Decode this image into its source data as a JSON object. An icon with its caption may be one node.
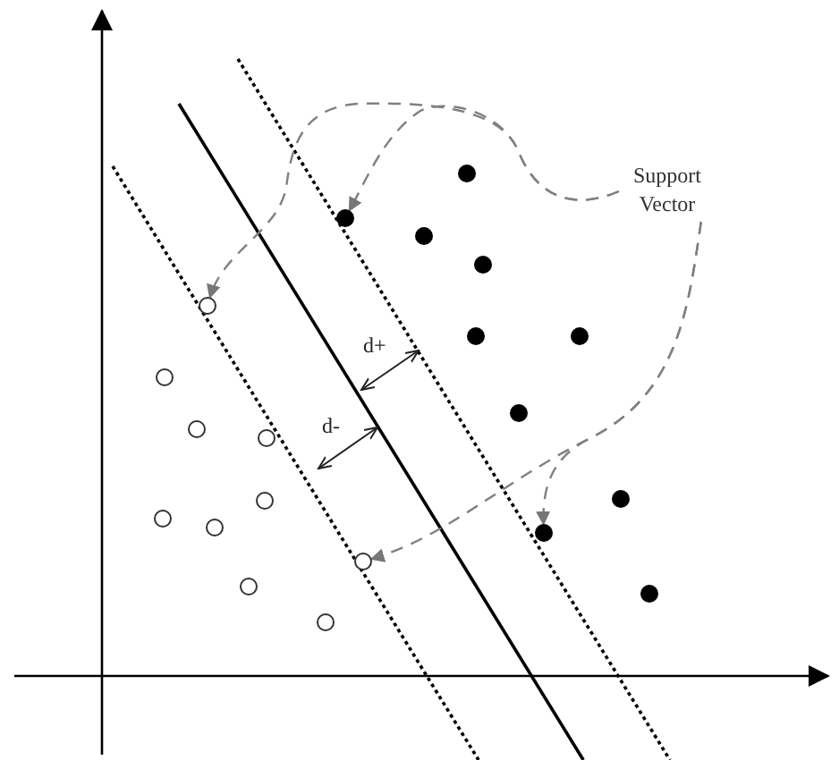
{
  "diagram": {
    "nodes": [
      {
        "text": [
          "Support Vector"
        ]
      },
      {
        "text": [],
        "shape": "circle"
      },
      {
        "text": [],
        "shape": "circle"
      },
      {
        "text": [],
        "shape": "circle"
      },
      {
        "text": [],
        "shape": "circle"
      }
    ],
    "edges": [
      {
        "from": 0,
        "to": 1,
        "arrow": "to",
        "style": "dashed"
      },
      {
        "from": 0,
        "to": 2,
        "arrow": "to",
        "style": "dashed"
      },
      {
        "from": 0,
        "to": 3,
        "arrow": "to",
        "style": "dashed"
      },
      {
        "from": 0,
        "to": 4,
        "arrow": "to",
        "style": "dashed"
      }
    ],
    "labels": [
      "d+",
      "d-"
    ]
  }
}
